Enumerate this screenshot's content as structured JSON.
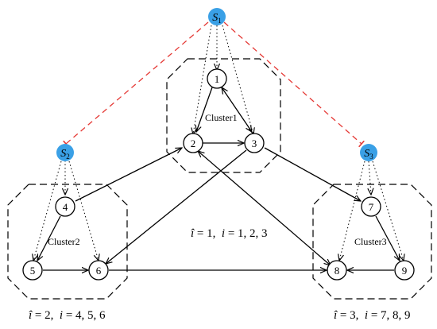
{
  "diagram": {
    "sources": [
      {
        "id": "S1",
        "base": "S",
        "sub": "1"
      },
      {
        "id": "S2",
        "base": "S",
        "sub": "2"
      },
      {
        "id": "S3",
        "base": "S",
        "sub": "3"
      }
    ],
    "nodes": [
      {
        "id": "n1",
        "label": "1"
      },
      {
        "id": "n2",
        "label": "2"
      },
      {
        "id": "n3",
        "label": "3"
      },
      {
        "id": "n4",
        "label": "4"
      },
      {
        "id": "n5",
        "label": "5"
      },
      {
        "id": "n6",
        "label": "6"
      },
      {
        "id": "n7",
        "label": "7"
      },
      {
        "id": "n8",
        "label": "8"
      },
      {
        "id": "n9",
        "label": "9"
      }
    ],
    "clusters": [
      {
        "id": "cluster1",
        "label": "Cluster1"
      },
      {
        "id": "cluster2",
        "label": "Cluster2"
      },
      {
        "id": "cluster3",
        "label": "Cluster3"
      }
    ],
    "formulas": {
      "cluster1": {
        "hat": "î",
        "eq1": " = 1,  ",
        "i": "i",
        "eq2": " = 1, 2, 3"
      },
      "cluster2": {
        "hat": "î",
        "eq1": " = 2,  ",
        "i": "i",
        "eq2": " = 4, 5, 6"
      },
      "cluster3": {
        "hat": "î",
        "eq1": " = 3,  ",
        "i": "i",
        "eq2": " = 7, 8, 9"
      }
    },
    "colors": {
      "source_fill": "#3aa0e6",
      "dashed_link": "#e53935",
      "stroke": "#000000"
    }
  }
}
